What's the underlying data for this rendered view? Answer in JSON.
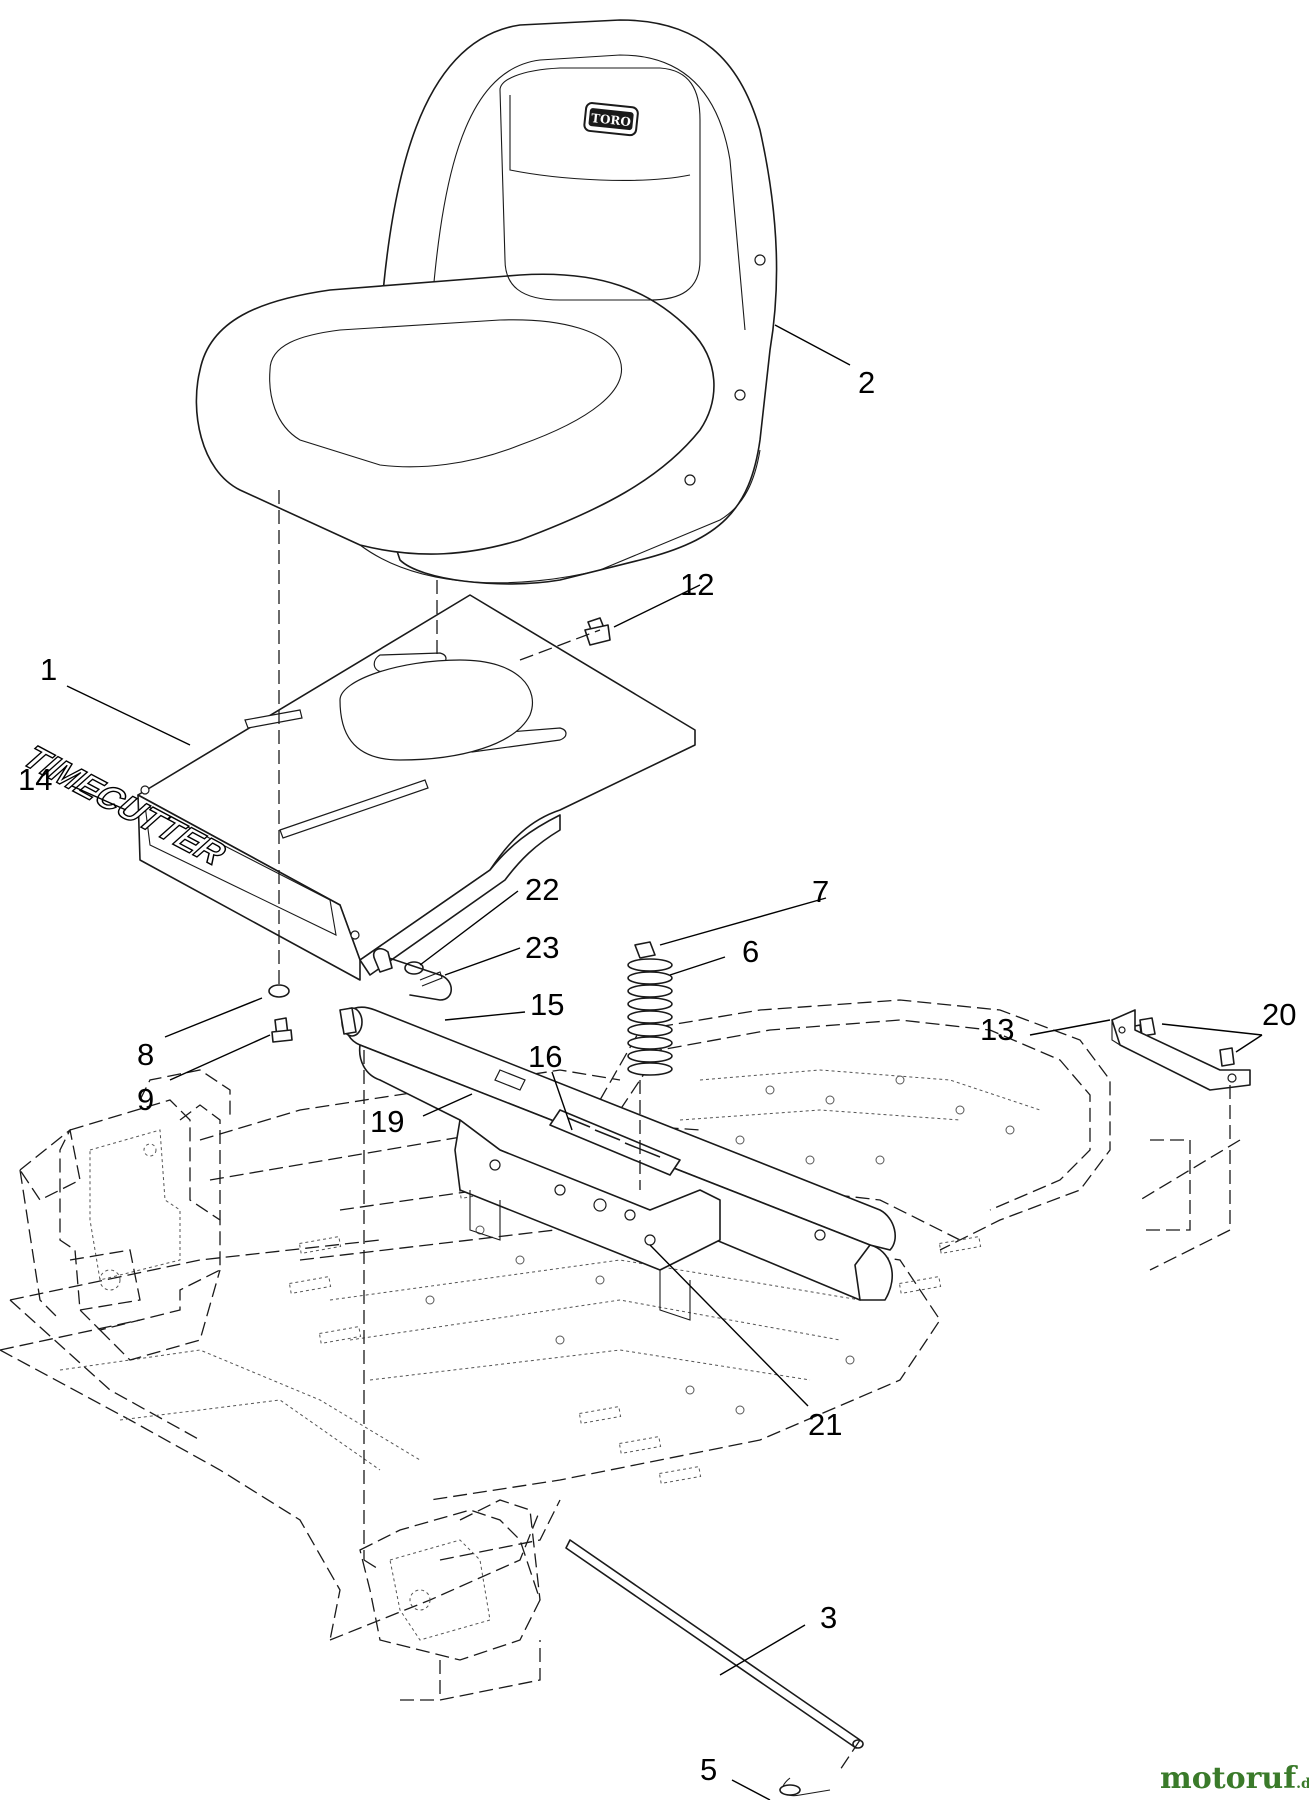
{
  "diagram": {
    "callouts": [
      {
        "id": "1",
        "label": "1"
      },
      {
        "id": "2",
        "label": "2"
      },
      {
        "id": "3",
        "label": "3"
      },
      {
        "id": "5",
        "label": "5"
      },
      {
        "id": "6",
        "label": "6"
      },
      {
        "id": "7",
        "label": "7"
      },
      {
        "id": "8",
        "label": "8"
      },
      {
        "id": "9",
        "label": "9"
      },
      {
        "id": "12",
        "label": "12"
      },
      {
        "id": "13",
        "label": "13"
      },
      {
        "id": "14",
        "label": "14"
      },
      {
        "id": "15",
        "label": "15"
      },
      {
        "id": "16",
        "label": "16"
      },
      {
        "id": "19",
        "label": "19"
      },
      {
        "id": "20",
        "label": "20"
      },
      {
        "id": "21",
        "label": "21"
      },
      {
        "id": "22",
        "label": "22"
      },
      {
        "id": "23",
        "label": "23"
      }
    ],
    "decal_text": "TIMECUTTER",
    "seat_logo": "TORO",
    "watermark": {
      "main": "motoruf",
      "suffix": ".de"
    }
  }
}
